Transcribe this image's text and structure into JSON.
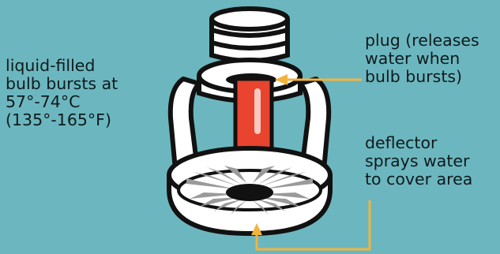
{
  "colors": {
    "background": "#6cb7bf",
    "outline": "#111111",
    "body_fill": "#ffffff",
    "bulb": "#e8442e",
    "bulb_highlight": "#f7c9bf",
    "arrow": "#f2b33d",
    "deflector_teeth": "#9a9a9a",
    "text": "#0f1a1c"
  },
  "icons": {
    "sprinkler": "sprinkler-head-illustration",
    "arrow_plug": "arrow-left-icon",
    "arrow_deflector": "arrow-up-icon"
  },
  "labels": {
    "bulb": [
      "liquid-filled",
      "bulb bursts at",
      "57°-74°C",
      "(135°-165°F)"
    ],
    "plug": [
      "plug (releases",
      "water when",
      "bulb bursts)"
    ],
    "deflector": [
      "deflector",
      "sprays water",
      "to cover area"
    ]
  }
}
